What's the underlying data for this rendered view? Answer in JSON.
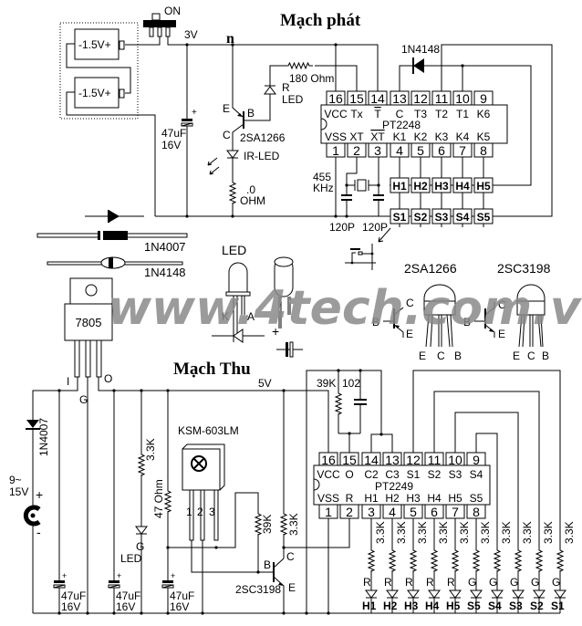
{
  "transmitter": {
    "title": "Mạch phát",
    "switch_label": "ON",
    "supply_voltage": "3V",
    "node_mark": "n",
    "battery_labels": [
      "-1.5V+",
      "-1.5V+"
    ],
    "cap_value": "47uF",
    "cap_voltage": "16V",
    "transistor": "2SA1266",
    "transistor_pins": {
      "e": "E",
      "b": "B",
      "c": "C"
    },
    "ir_led": "IR-LED",
    "resistor_top": ".0",
    "resistor_bottom": "OHM",
    "led_resistor": "180 Ohm",
    "indicator_led": [
      "R",
      "LED"
    ],
    "diode": "1N4148",
    "crystal": [
      "455",
      "KHz"
    ],
    "crystal_caps": [
      "120P",
      "120P"
    ],
    "chip": {
      "name": "PT2248",
      "top_pins": [
        "16",
        "15",
        "14",
        "13",
        "12",
        "11",
        "10",
        "9"
      ],
      "top_labels": [
        "VCC",
        "Tx",
        "T",
        "C",
        "T3",
        "T2",
        "T1",
        "K6"
      ],
      "bottom_pins": [
        "1",
        "2",
        "3",
        "4",
        "5",
        "6",
        "7",
        "8"
      ],
      "bottom_labels": [
        "VSS",
        "XT",
        "XT",
        "K1",
        "K2",
        "K3",
        "K4",
        "K5"
      ]
    },
    "h_keys": [
      "H1",
      "H2",
      "H3",
      "H4",
      "H5"
    ],
    "s_keys": [
      "S1",
      "S2",
      "S3",
      "S4",
      "S5"
    ]
  },
  "parts": {
    "diode1": "1N4007",
    "diode2": "1N4148",
    "regulator": "7805",
    "regulator_pins": [
      "I",
      "G",
      "O"
    ],
    "led_label": "LED",
    "led_pins": [
      "K",
      "A"
    ],
    "cap_plus": "+",
    "pnp_name": "2SA1266",
    "npn_name": "2SC3198",
    "transistor_pins": [
      "E",
      "C",
      "B"
    ],
    "symbol_pins": [
      "B",
      "C",
      "E"
    ]
  },
  "watermark": "www.4tech.com.vn",
  "receiver": {
    "title": "Mạch Thu",
    "supply_voltage": "5V",
    "input_voltage": [
      "9~",
      "15V"
    ],
    "input_plus": "+",
    "input_minus": "-",
    "input_diode": "1N4007",
    "cap_value": "47uF",
    "cap_voltage": "16V",
    "led_resistor": "3.3K",
    "led_color": "G",
    "led_label": "LED",
    "ir_resistor": "47 Ohm",
    "ir_module": "KSM-603LM",
    "ir_pins": [
      "1",
      "2",
      "3"
    ],
    "bias_resistor": "39K",
    "collector_resistor": "3.3K",
    "transistor": "2SC3198",
    "transistor_pins": {
      "b": "B",
      "c": "C",
      "e": "E"
    },
    "osc_resistor": "39K",
    "osc_cap": "102",
    "chip": {
      "name": "PT2249",
      "top_pins": [
        "16",
        "15",
        "14",
        "13",
        "12",
        "11",
        "10",
        "9"
      ],
      "top_labels": [
        "VCC",
        "O",
        "C2",
        "C3",
        "S1",
        "S2",
        "S3",
        "S4"
      ],
      "bottom_pins": [
        "1",
        "2",
        "3",
        "4",
        "5",
        "6",
        "7",
        "8"
      ],
      "bottom_labels": [
        "VSS",
        "R",
        "H1",
        "H2",
        "H3",
        "H4",
        "H5",
        "S5"
      ]
    },
    "output_resistor": "3.3K",
    "led_colors": [
      "R",
      "R",
      "R",
      "R",
      "R",
      "G",
      "G",
      "G",
      "G",
      "G"
    ],
    "outputs": [
      "H1",
      "H2",
      "H3",
      "H4",
      "H5",
      "S5",
      "S4",
      "S3",
      "S2",
      "S1"
    ]
  }
}
